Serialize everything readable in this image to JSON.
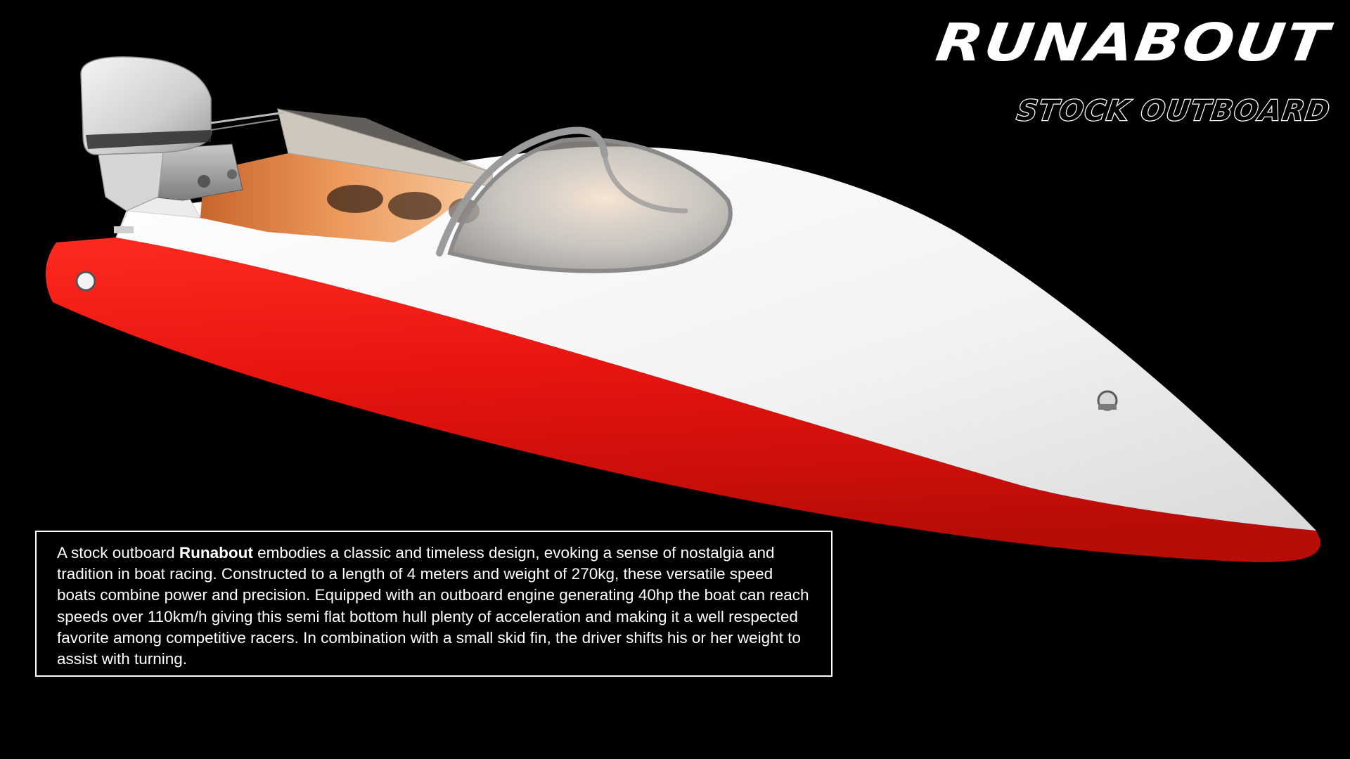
{
  "header": {
    "title": "RUNABOUT",
    "subtitle": "STOCK OUTBOARD"
  },
  "description": {
    "intro": "A stock outboard ",
    "highlight": "Runabout",
    "body": " embodies a classic and timeless design, evoking a sense of nostalgia and tradition in boat racing. Constructed to a length of 4 meters and weight of 270kg, these versatile speed boats combine power and precision. Equipped with an outboard engine generating 40hp the boat can reach speeds over 110km/h giving this semi flat bottom hull plenty of acceleration and making it a well respected favorite among competitive racers. In combination with a small skid fin, the driver shifts his or her weight to assist with turning."
  },
  "colors": {
    "background": "#000000",
    "hull_red": "#e8140f",
    "deck_white": "#f4f4f4",
    "cockpit_orange": "#e58a4a",
    "text": "#ffffff"
  },
  "icons": {
    "bow_badge": "boat-logo-icon"
  }
}
